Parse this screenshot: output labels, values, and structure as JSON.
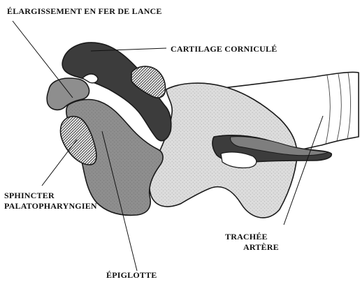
{
  "labels": {
    "elargissement": "ÉLARGISSEMENT EN FER DE LANCE",
    "corniculate": "CARTILAGE CORNICULÉ",
    "sphincter_line1": "SPHINCTER",
    "sphincter_line2": "PALATOPHARYNGIEN",
    "trachee_line1": "TRACHÉE",
    "trachee_line2": "ARTÈRE",
    "epiglotte": "ÉPIGLOTTE"
  },
  "colors": {
    "dark_cartilage": "#3c3c3c",
    "mid_tissue": "#8e8e8e",
    "light_tissue": "#dcdcdc",
    "white_tube": "#ffffff",
    "outline": "#1a1a1a"
  }
}
